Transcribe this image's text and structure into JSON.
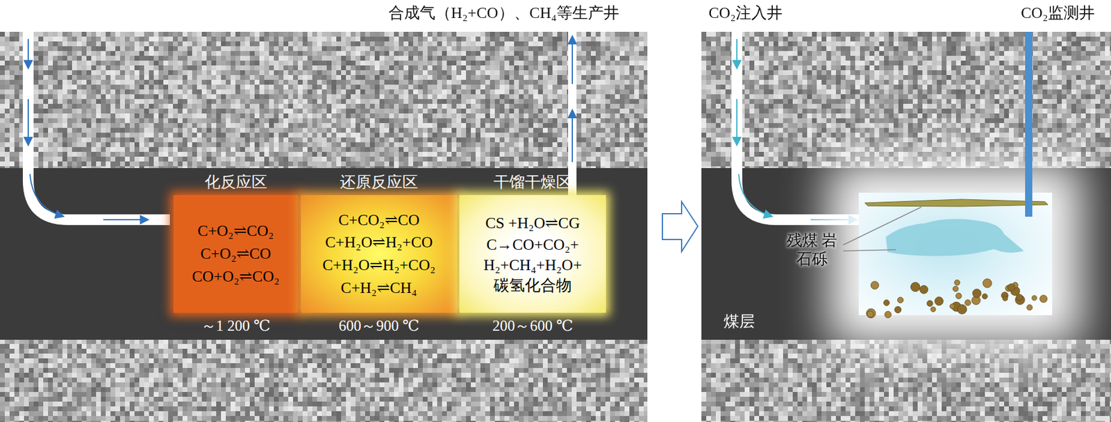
{
  "diagram": {
    "nodes": [
      {
        "text": [
          "化反应区",
          "C+O₂⇌CO₂",
          "C+O₂⇌CO",
          "CO+O₂⇌CO₂",
          "～1 200 ℃"
        ]
      },
      {
        "text": [
          "还原反应区",
          "C+CO₂⇌CO",
          "C+H₂O⇌H₂+CO",
          "C+H₂O⇌H₂+CO₂",
          "C+H₂⇌CH₄",
          "600～900 ℃"
        ]
      },
      {
        "text": [
          "干馏干燥区",
          "CS +H₂O⇌CG",
          "C→CO+CO₂+ H₂+CH₄+H₂O+ 碳氢化合物",
          "200～600 ℃"
        ]
      }
    ],
    "labels": [
      "合成气（H₂+CO）、CH₄等生产井",
      "CO₂注入井",
      "CO₂监测井",
      "残煤 岩石砾",
      "煤层"
    ]
  }
}
